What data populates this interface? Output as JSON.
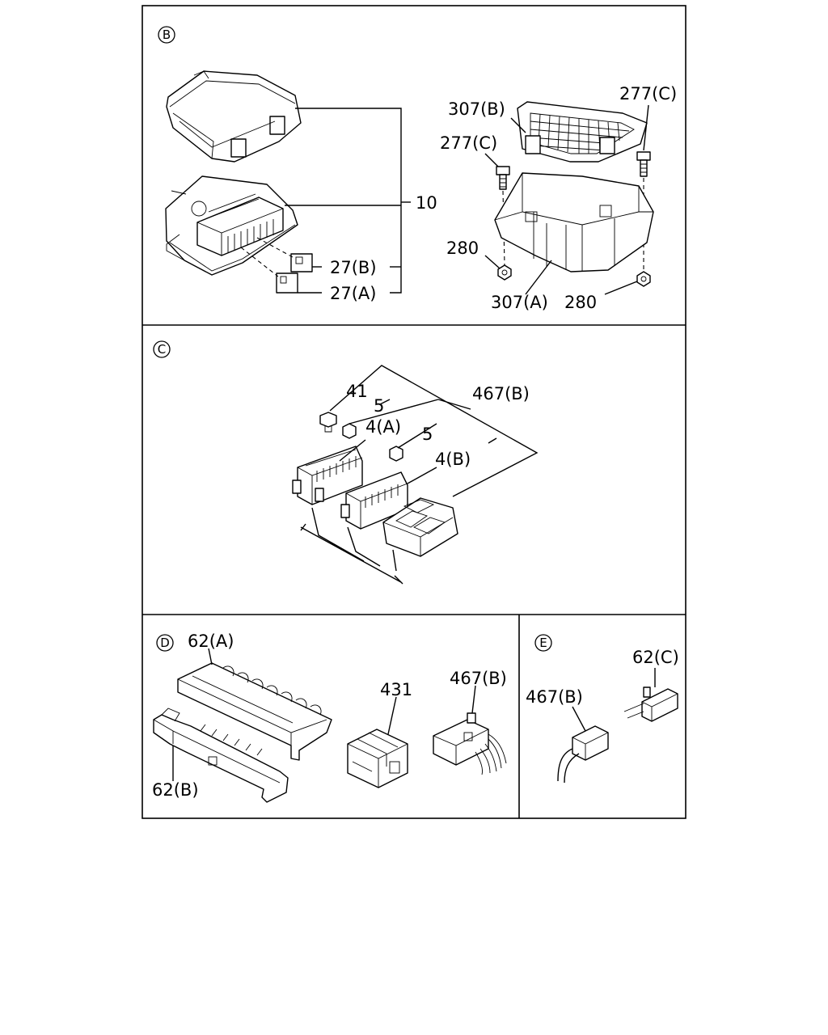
{
  "sections": [
    {
      "id": "B",
      "marker": "B"
    },
    {
      "id": "C",
      "marker": "C"
    },
    {
      "id": "D",
      "marker": "D"
    },
    {
      "id": "E",
      "marker": "E"
    }
  ],
  "labels": {
    "b_10": "10",
    "b_27b": "27(B)",
    "b_27a": "27(A)",
    "b_307b": "307(B)",
    "b_277c_right": "277(C)",
    "b_277c_left": "277(C)",
    "b_280_left": "280",
    "b_307a": "307(A)",
    "b_280_right": "280",
    "c_41": "41",
    "c_5_top": "5",
    "c_467b": "467(B)",
    "c_4a": "4(A)",
    "c_5_mid": "5",
    "c_4b": "4(B)",
    "d_62a": "62(A)",
    "d_431": "431",
    "d_467b": "467(B)",
    "d_62b": "62(B)",
    "e_62c": "62(C)",
    "e_467b": "467(B)"
  }
}
